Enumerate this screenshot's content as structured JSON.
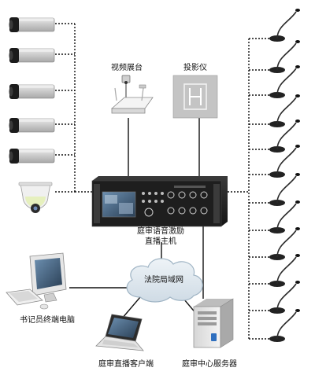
{
  "labels": {
    "video_stand": "视频展台",
    "projector": "投影仪",
    "host_line1": "庭审语音激励",
    "host_line2": "直播主机",
    "lan": "法院局域网",
    "clerk_pc": "书记员终端电脑",
    "client": "庭审直播客户端",
    "server": "庭审中心服务器"
  },
  "icons": {
    "camera": "box-camera-icon",
    "dome": "dome-camera-icon",
    "mic": "gooseneck-microphone-icon",
    "host": "rack-host-icon",
    "stand": "document-camera-icon",
    "projector": "projector-screen-icon",
    "cloud": "cloud-icon",
    "desktop": "desktop-pc-icon",
    "laptop": "laptop-icon",
    "server": "tower-server-icon"
  },
  "colors": {
    "line": "#111111",
    "cloud_fill": "#dfe8ef",
    "cloud_stroke": "#9fb4c4",
    "device_dark": "#2a2a2a",
    "device_grey": "#c9c9c9"
  }
}
